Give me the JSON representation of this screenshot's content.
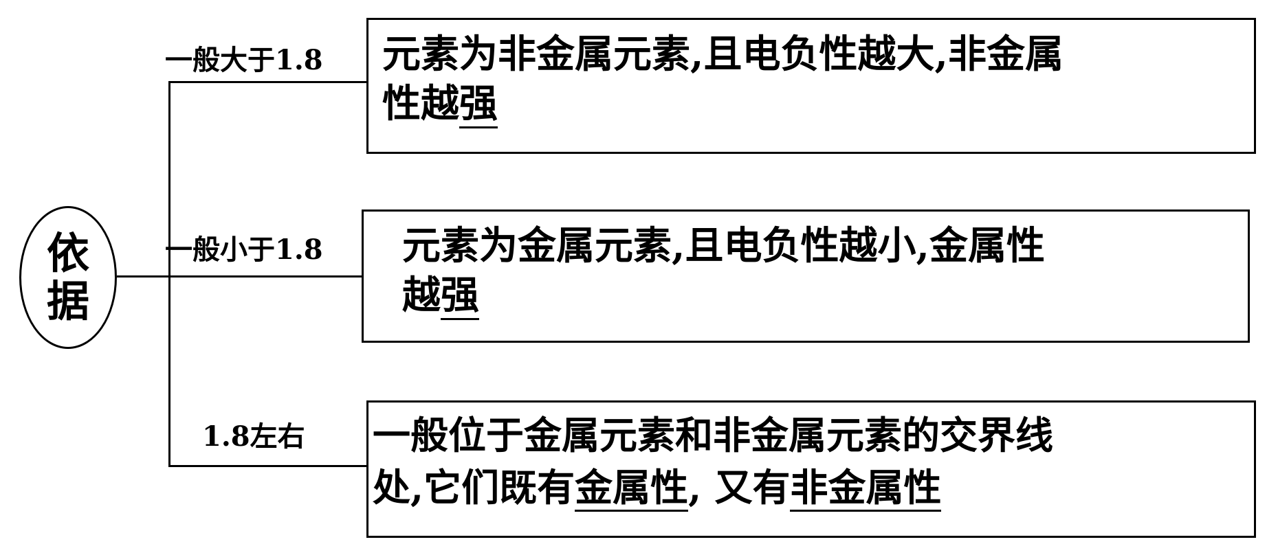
{
  "root": {
    "line1": "依",
    "line2": "据"
  },
  "branches": [
    {
      "label": "一般大于1.8",
      "line1": "元素为非金属元素,且电负性越大,非金属",
      "line2_pre": "性越",
      "line2_u": "强"
    },
    {
      "label": "一般小于1.8",
      "line1": "元素为金属元素,且电负性越小,金属性",
      "line2_pre": "越",
      "line2_u": "强"
    },
    {
      "label": "1.8左右",
      "line1": "一般位于金属元素和非金属元素的交界线",
      "line2_a": "处,它们既有",
      "line2_u1": "金属性",
      "line2_b": ", 又有",
      "line2_u2": "非金属性"
    }
  ]
}
